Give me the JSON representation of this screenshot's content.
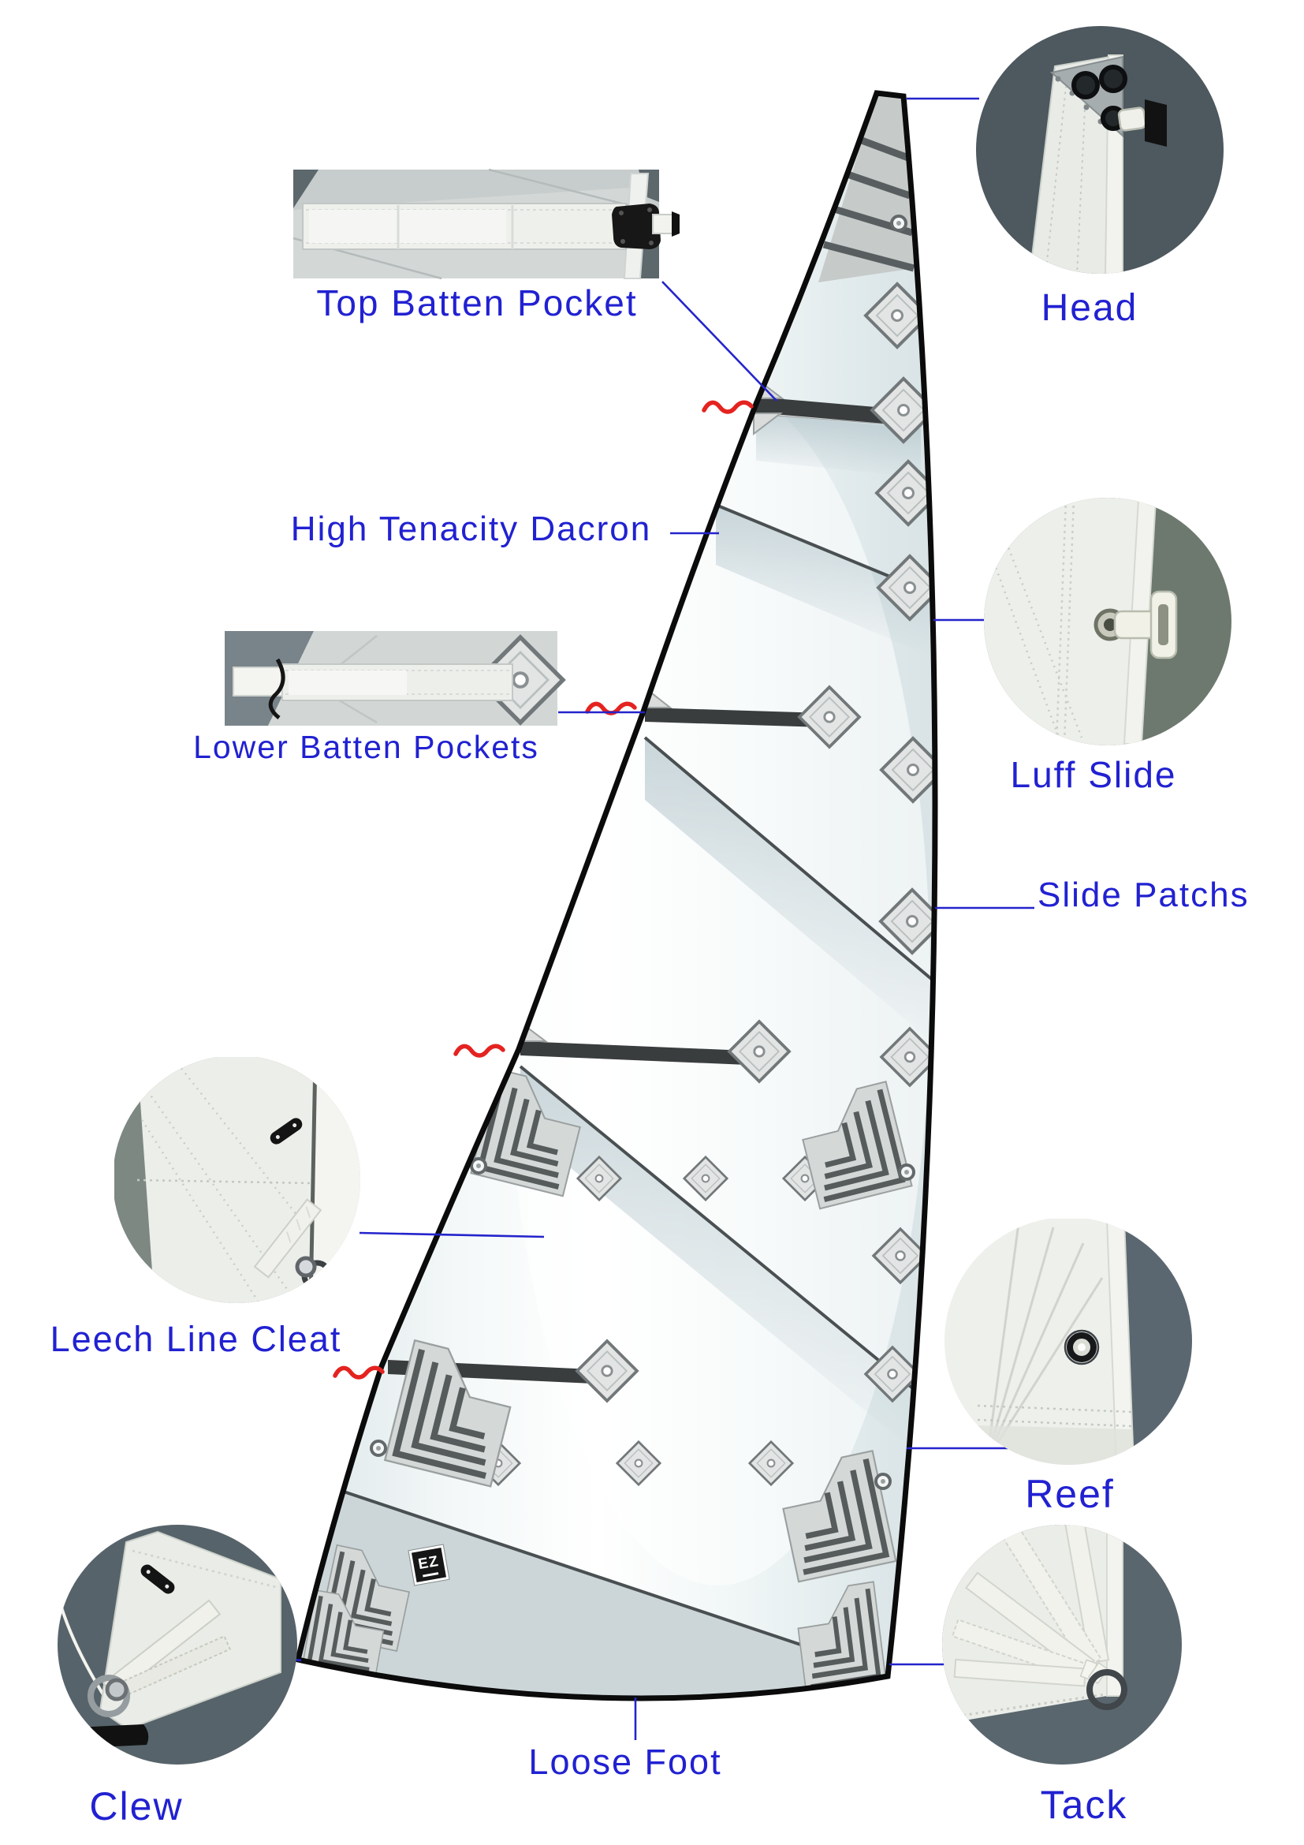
{
  "labels": {
    "top_batten_pocket": "Top Batten Pocket",
    "head": "Head",
    "high_tenacity_dacron": "High Tenacity Dacron",
    "lower_batten_pockets": "Lower Batten Pockets",
    "luff_slide": "Luff Slide",
    "slide_patchs": "Slide Patchs",
    "leech_line_cleat": "Leech Line Cleat",
    "reef": "Reef",
    "clew": "Clew",
    "loose_foot": "Loose Foot",
    "tack": "Tack"
  },
  "logo": {
    "text": "EZ"
  },
  "colors": {
    "label_text": "#2121d2",
    "callout_line": "#2424cc",
    "photo_background_slate": "#54616a",
    "photo_background_sage": "#6d796e",
    "batten": "#3a3d3e",
    "reef_tie_red": "#e42320",
    "sail_outline": "#0b0b0b",
    "seam": "#4a5052",
    "foot_panel": "#ccd6d9",
    "head_patch": "#c6cac9"
  }
}
